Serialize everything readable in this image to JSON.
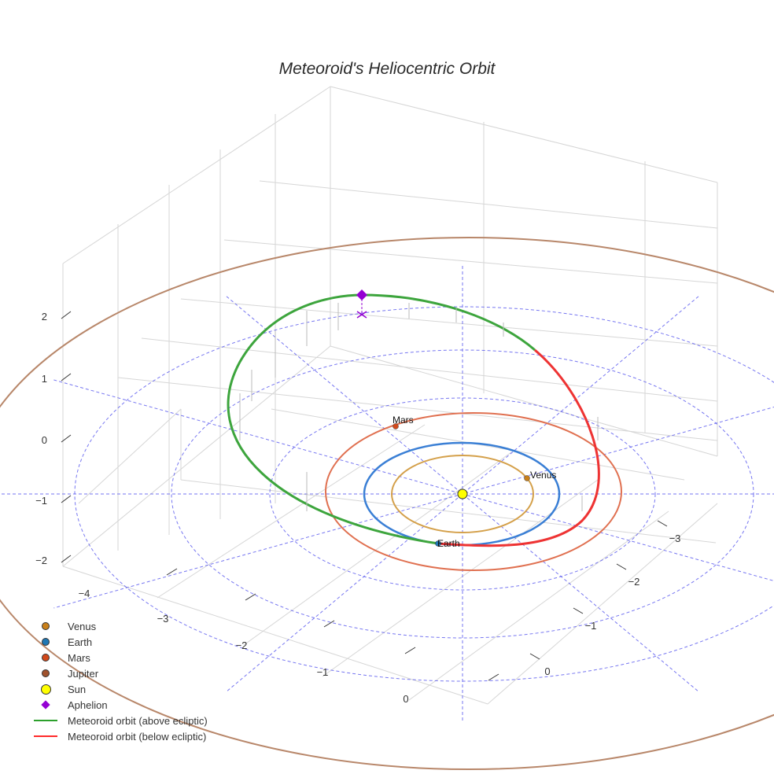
{
  "chart_data": {
    "type": "scatter3d",
    "title": "Meteoroid's Heliocentric Orbit",
    "axes": {
      "x": {
        "ticks": [
          "−4",
          "−3",
          "−2",
          "−1",
          "0"
        ]
      },
      "y": {
        "ticks": [
          "−3",
          "−2",
          "−1",
          "0"
        ]
      },
      "z": {
        "ticks": [
          "2",
          "1",
          "0",
          "−1",
          "−2"
        ]
      }
    },
    "planet_orbits_au": {
      "Venus": 0.72,
      "Earth": 1.0,
      "Mars": 1.52,
      "Jupiter": 5.2
    },
    "point_labels": [
      "Mars",
      "Venus",
      "Earth"
    ],
    "legend": [
      {
        "name": "Venus",
        "symbol": "circle",
        "color": "#c9801a"
      },
      {
        "name": "Earth",
        "symbol": "circle",
        "color": "#1f77b4"
      },
      {
        "name": "Mars",
        "symbol": "circle",
        "color": "#d2491b"
      },
      {
        "name": "Jupiter",
        "symbol": "circle",
        "color": "#a0522d"
      },
      {
        "name": "Sun",
        "symbol": "big-circle",
        "color": "#ffff00"
      },
      {
        "name": "Aphelion",
        "symbol": "diamond",
        "color": "#9400d3"
      },
      {
        "name": "Meteoroid orbit (above ecliptic)",
        "symbol": "line",
        "color": "#2ca02c"
      },
      {
        "name": "Meteoroid orbit (below ecliptic)",
        "symbol": "line",
        "color": "#ff2a2a"
      }
    ],
    "legend_position": "bottom-left",
    "orbit_colors": {
      "Venus": "#d4a04a",
      "Earth": "#3a7fd5",
      "Mars": "#e07050",
      "Jupiter": "#b8876a",
      "grid": "#5555ee"
    }
  }
}
